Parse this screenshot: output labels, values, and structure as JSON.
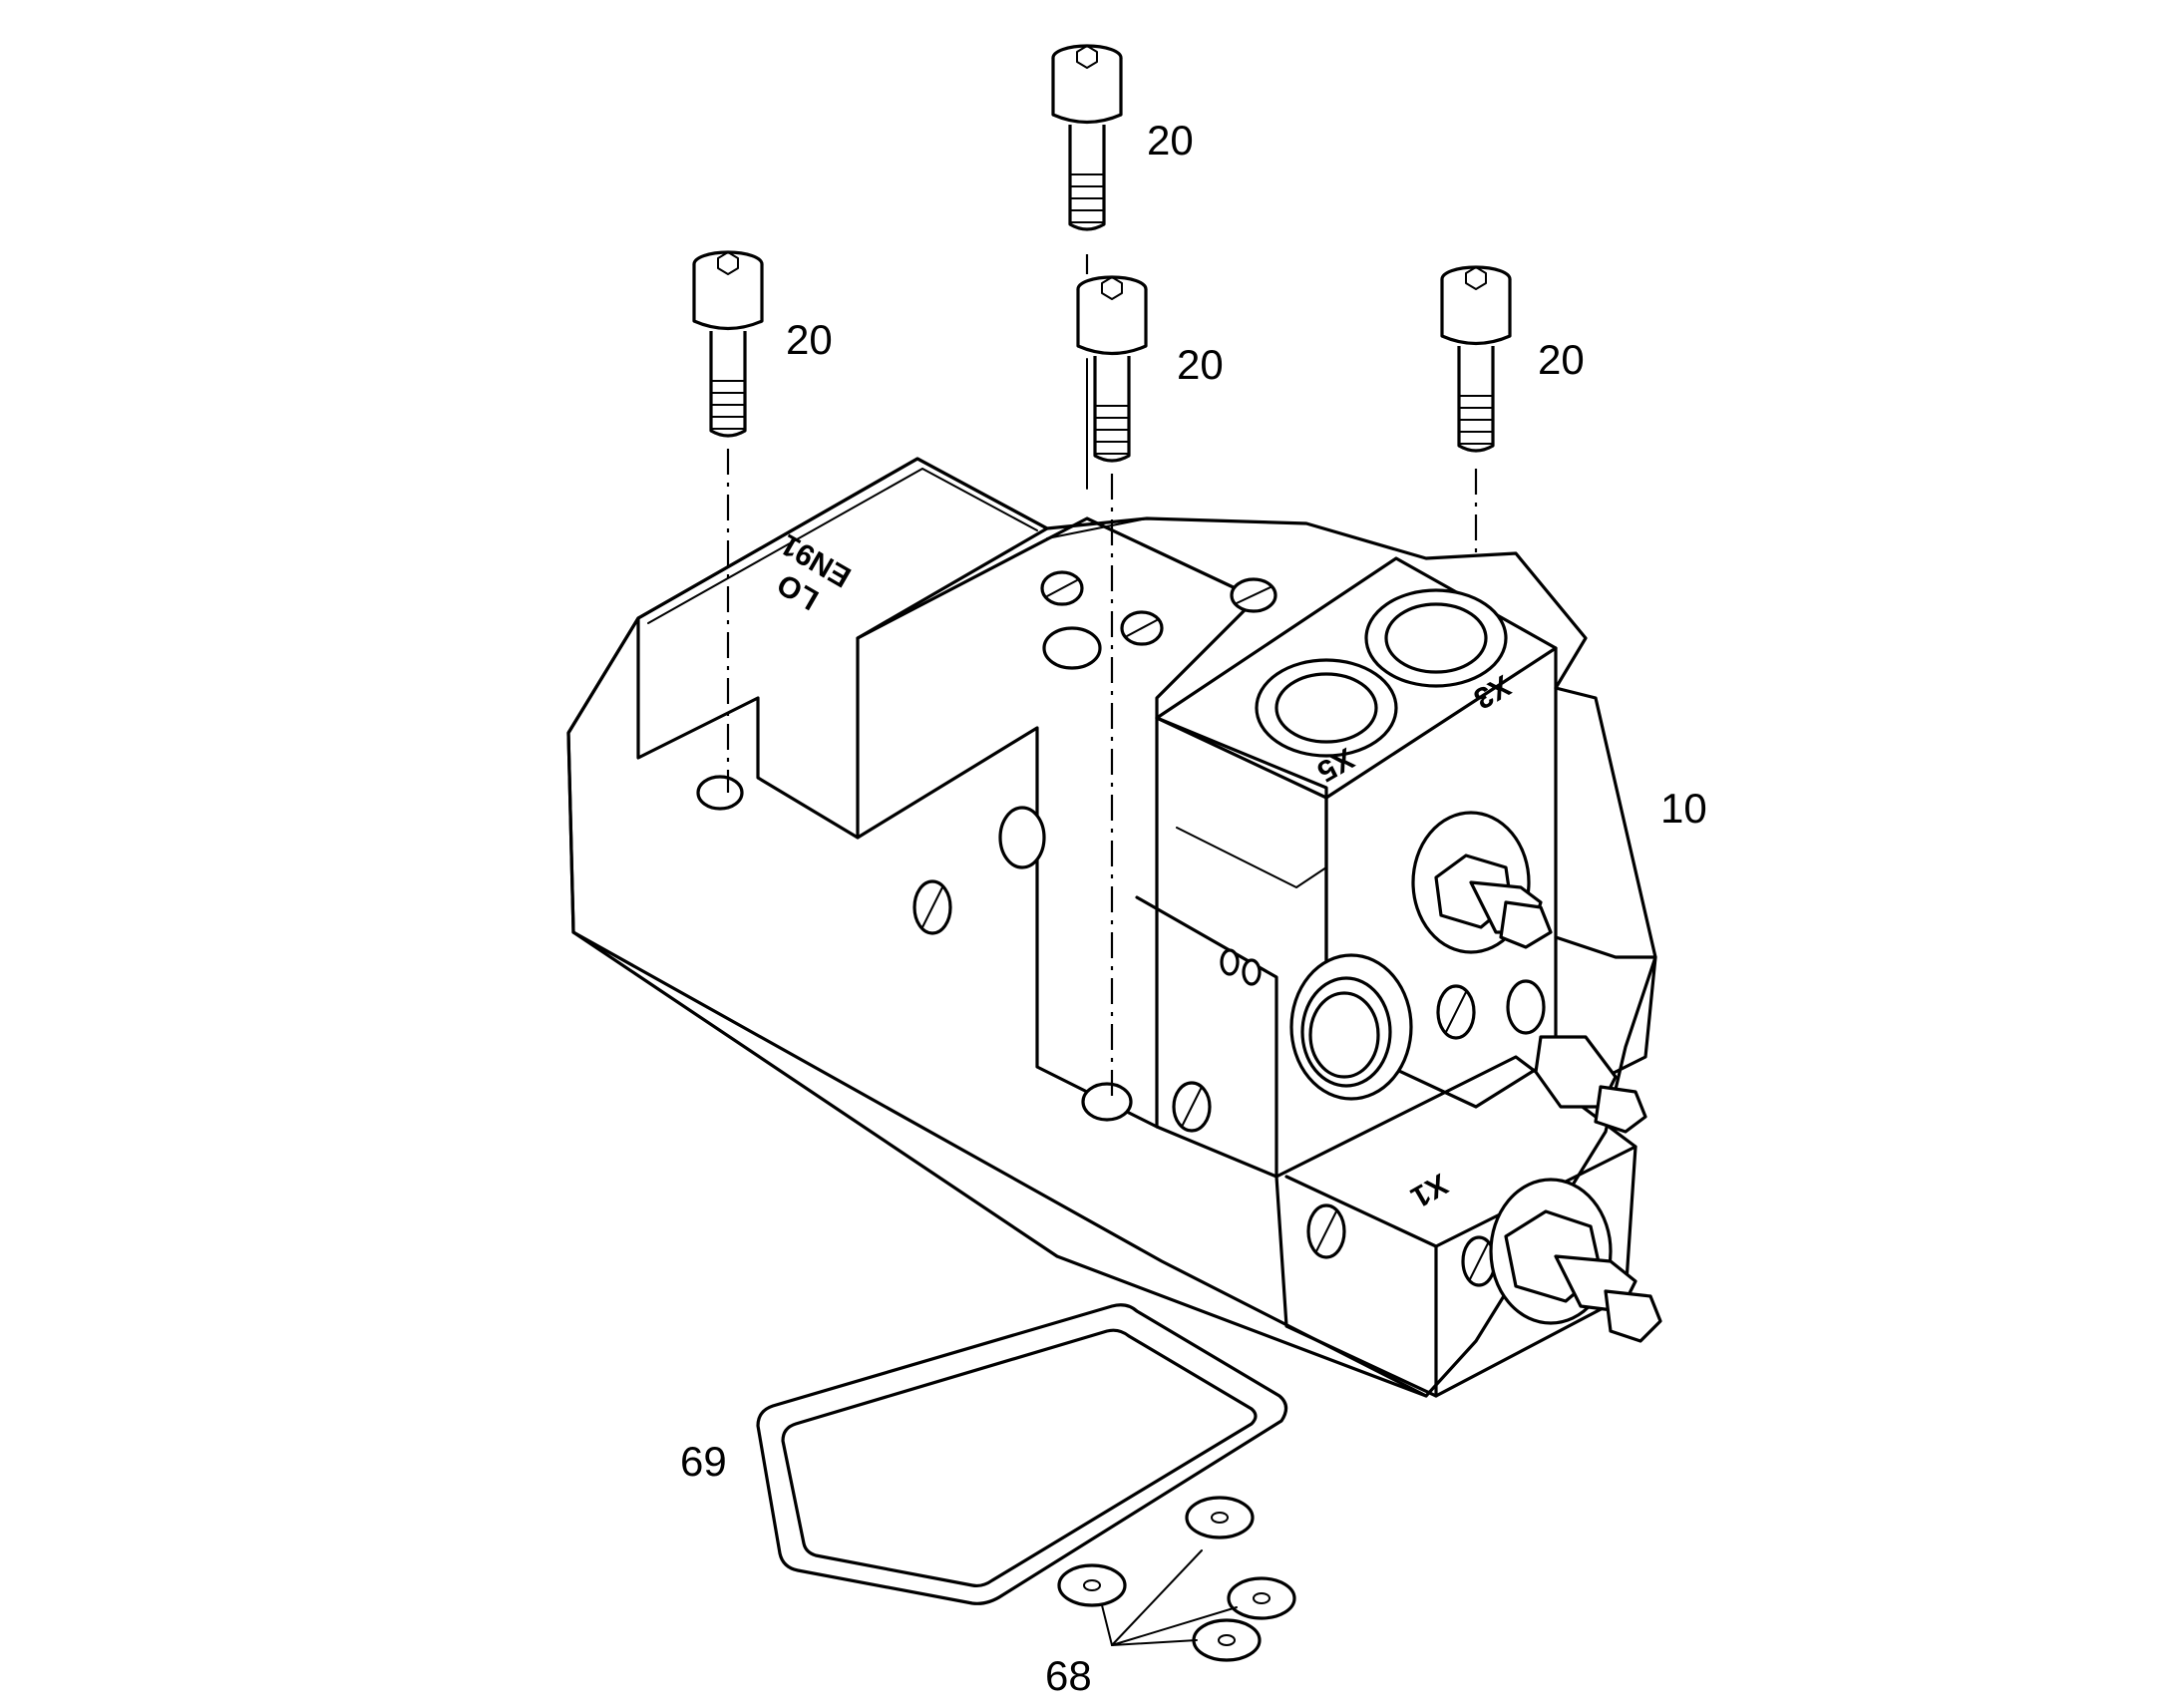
{
  "diagram": {
    "part_labels": {
      "bolt_1": "20",
      "bolt_2": "20",
      "bolt_3": "20",
      "bolt_4": "20",
      "valve_block": "10",
      "gasket": "69",
      "washers": "68"
    },
    "port_labels": {
      "x3": "X3",
      "x5": "X5",
      "x1": "X1"
    },
    "face_text": {
      "line_1": "LO",
      "line_2": "EN91"
    },
    "line_color": "#000000",
    "background_color": "#ffffff"
  }
}
